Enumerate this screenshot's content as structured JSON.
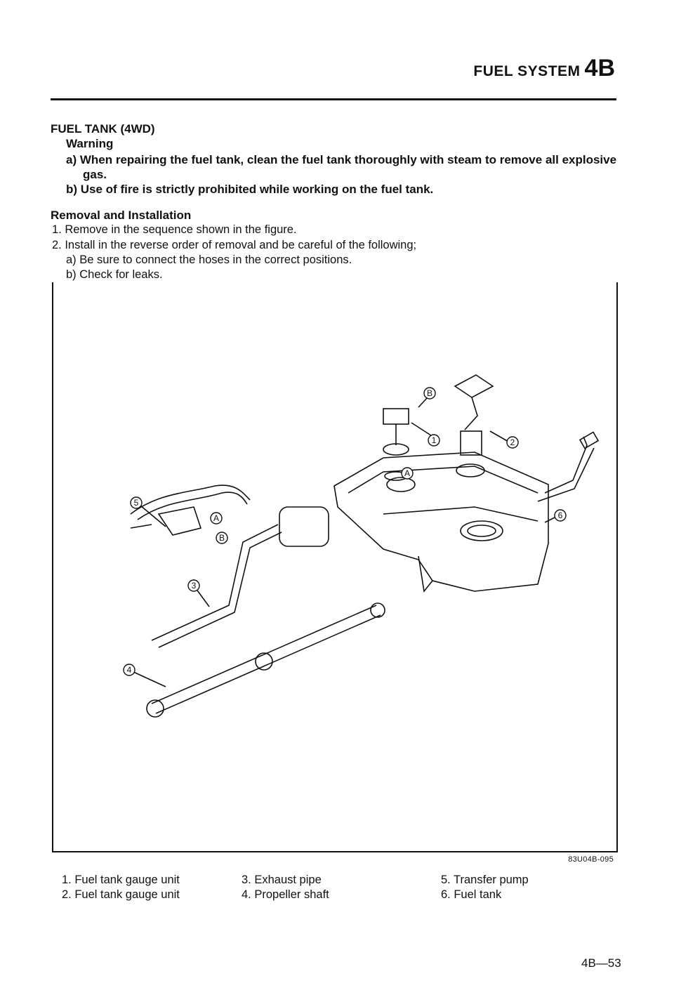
{
  "header": {
    "title": "FUEL SYSTEM",
    "code": "4B"
  },
  "section": {
    "title": "FUEL TANK (4WD)",
    "warning_label": "Warning",
    "warnings": [
      "a) When repairing the fuel tank, clean the fuel tank thoroughly with steam to remove all explosive gas.",
      "b) Use of fire is strictly prohibited while working on the fuel tank."
    ]
  },
  "procedure": {
    "title": "Removal and Installation",
    "steps": [
      "1. Remove in the sequence shown in the figure.",
      "2. Install in the reverse order of removal and be careful of the following;"
    ],
    "substeps": [
      "a) Be sure to connect the hoses in the correct positions.",
      "b) Check for leaks."
    ]
  },
  "figure": {
    "id": "83U04B-095",
    "callouts": [
      "1",
      "2",
      "3",
      "4",
      "5",
      "6",
      "A",
      "B"
    ]
  },
  "legend": [
    "1. Fuel tank gauge unit",
    "2. Fuel tank gauge unit",
    "3. Exhaust pipe",
    "4. Propeller shaft",
    "5. Transfer pump",
    "6. Fuel tank"
  ],
  "page_number": "4B—53"
}
